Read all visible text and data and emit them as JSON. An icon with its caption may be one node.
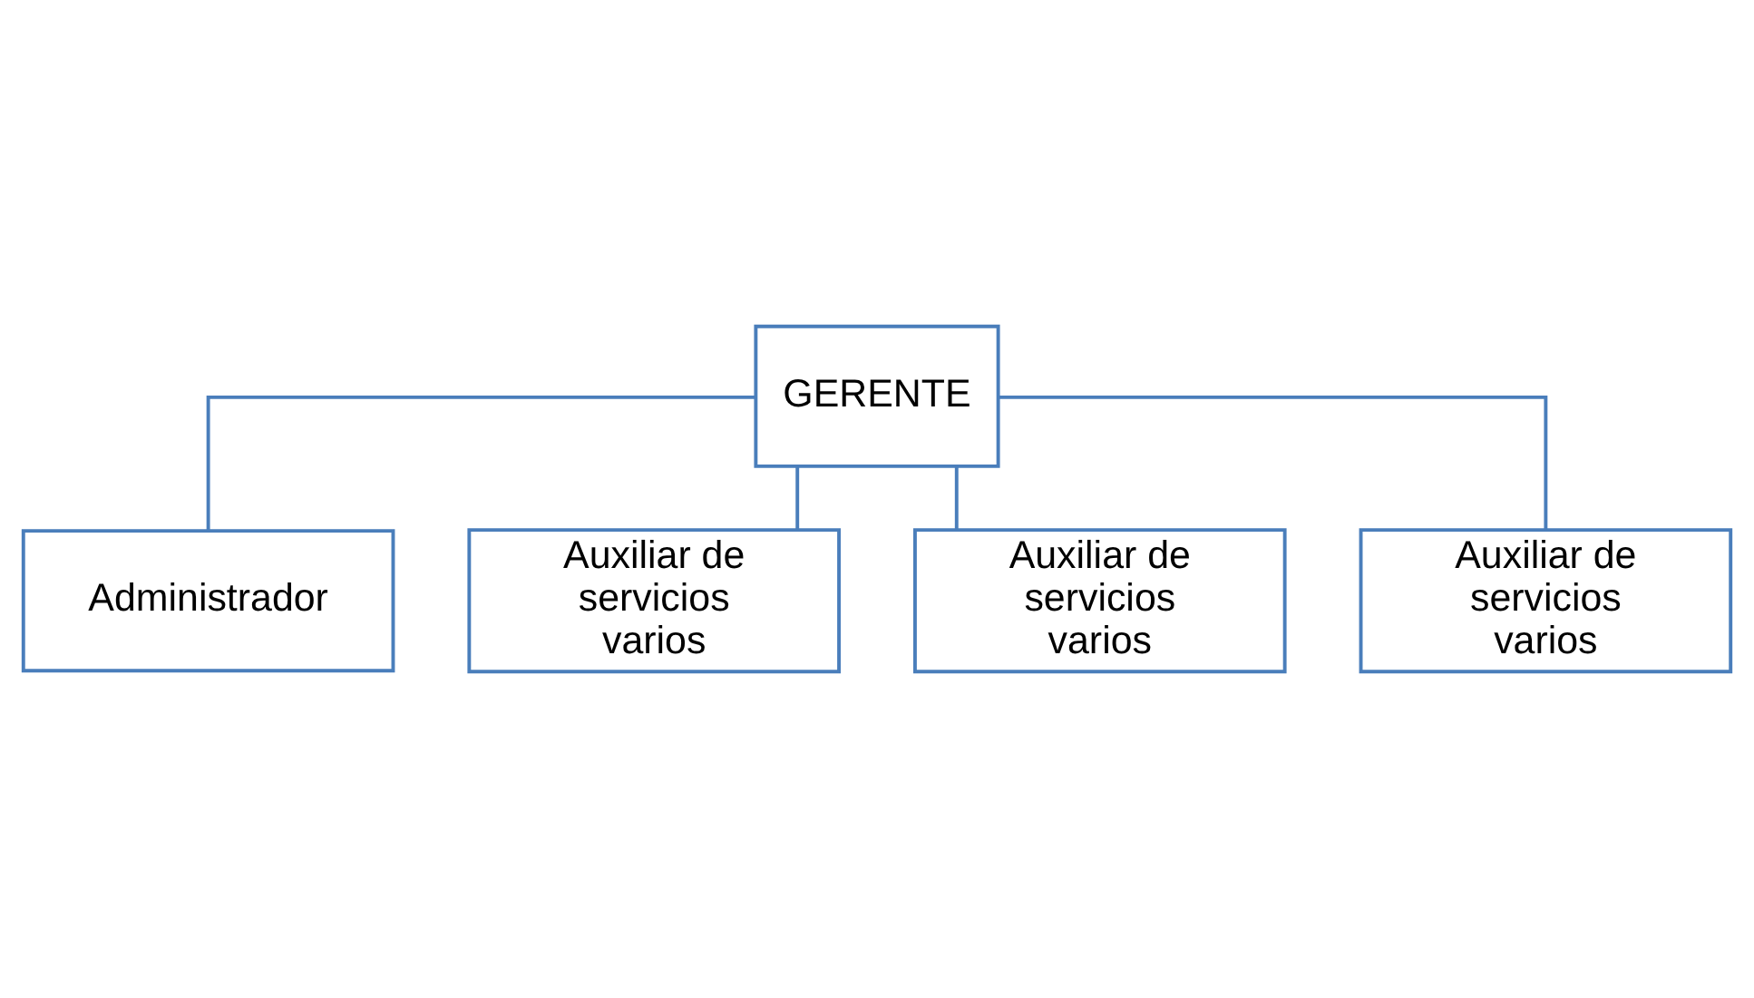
{
  "diagram": {
    "nodes": [
      {
        "text": [
          "GERENTE"
        ]
      },
      {
        "text": [
          "Administrador"
        ]
      },
      {
        "text": [
          "Auxiliar de servicios varios"
        ]
      },
      {
        "text": [
          "Auxiliar de servicios varios"
        ]
      },
      {
        "text": [
          "Auxiliar de servicios varios"
        ]
      }
    ],
    "edges": [
      {
        "from": 0,
        "to": 1,
        "arrow": "none"
      },
      {
        "from": 0,
        "to": 2,
        "arrow": "none"
      },
      {
        "from": 0,
        "to": 3,
        "arrow": "none"
      },
      {
        "from": 0,
        "to": 4,
        "arrow": "none"
      }
    ]
  }
}
